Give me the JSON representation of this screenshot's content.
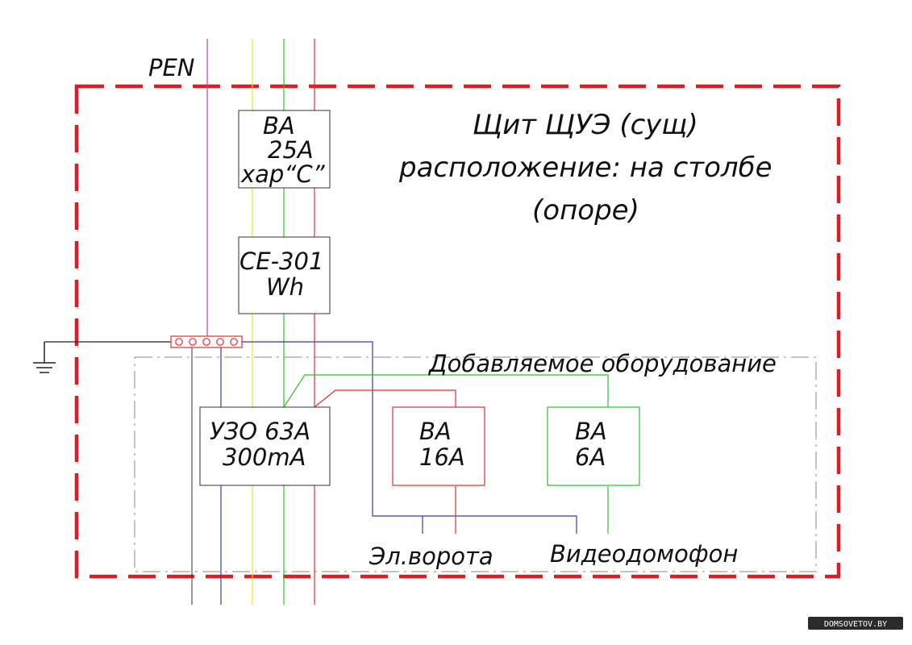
{
  "colors": {
    "red_dashed": "#e01b24",
    "pen": "#c040c0",
    "yellow": "#e8e820",
    "green": "#30c030",
    "red": "#e03030",
    "blue": "#3040a0",
    "dark": "#222222",
    "gray_dash": "#888888"
  },
  "labels": {
    "pen": "PEN",
    "title_line1": "Щит ЩУЭ (сущ)",
    "title_line2": "расположение: на столбе",
    "title_line3": "(опоре)",
    "added_equipment": "Добавляемое оборудование",
    "out_gate": "Эл.ворота",
    "out_intercom": "Видеодомофон"
  },
  "blocks": {
    "breaker_main": {
      "line1": "ВА",
      "line2": "25А",
      "line3": "хар“С”"
    },
    "meter": {
      "line1": "СЕ-301",
      "line2": "Wh"
    },
    "rcd": {
      "line1": "УЗО 63А",
      "line2": "300mA"
    },
    "breaker_16": {
      "line1": "ВА",
      "line2": "16А"
    },
    "breaker_6": {
      "line1": "ВА",
      "line2": "6А"
    }
  },
  "icons": {
    "ground": "ground-icon",
    "terminal": "terminal-block-icon"
  },
  "watermark": "DOMSOVETOV.BY"
}
